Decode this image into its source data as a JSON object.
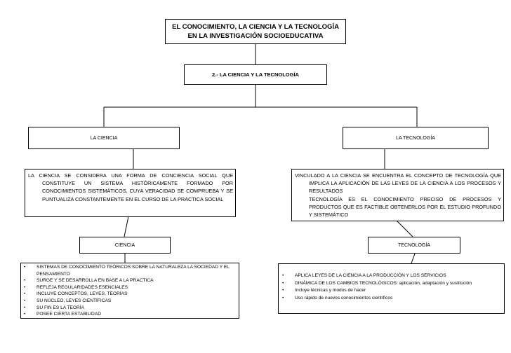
{
  "title": {
    "line1": "EL CONOCIMIENTO, LA CIENCIA Y LA TECNOLOGÍA",
    "line2": "EN LA INVESTIGACIÓN SOCIOEDUCATIVA"
  },
  "subtitle": "2.-  LA CIENCIA Y LA TECNOLOGÍA",
  "left": {
    "heading": "LA CIENCIA",
    "description": {
      "first": "LA CIENCIA SE CONSIDERA UNA FORMA DE CONCIENCIA SOCIAL QUE CONSTITUYE UN SISTEMA HISTÓRICAMENTE FORMADO POR CONOCIMIENTOS SISTEMÁTICOS, CUYA VERACIDAD SE COMPRUEBA Y SE PUNTUALIZA CONSTANTEMENTE EN EL CURSO DE LA PRACTICA SOCIAL"
    },
    "label": "CIENCIA",
    "bullets": [
      "SISTEMAS DE CONOCIMIENTO TEÓRICOS SOBRE LA NATURALEZA LA SOCIEDAD Y EL PENSAMIENTO",
      "SURGE Y SE DESARROLLA EN BASE A LA PRACTICA",
      "REFLEJA REGULARIDADES ESENCIALES",
      "INCLUYE CONCEPTOS, LEYES, TEORÍAS",
      "SU NÚCLEO, LEYES CIENTÍFICAS",
      "SU FIN ES LA TEORÍA",
      "POSEE CIERTA ESTABILIDAD"
    ]
  },
  "right": {
    "heading": "LA TECNOLOGÍA",
    "description": {
      "first": "VINCULADO A LA CIENCIA SE ENCUENTRA EL CONCEPTO DE TECNOLOGÍA QUE IMPLICA LA APLICACIÓN DE LAS LEYES DE LA CIENCIA A LOS PROCESOS Y RESULTADOS",
      "second": "TECNOLOGÍA ES EL CONOCIMIENTO PRECISO DE PROCESOS Y PRODUCTOS QUE ES FACTIBLE OBTENERLOS POR EL ESTUDIO PROFUNDO Y SISTEMÁTICO"
    },
    "label": "TECNOLOGÍA",
    "bullets": [
      "APLICA LEYES DE LA CIENCIA A LA PRODUCCIÓN Y LOS SERVICIOS",
      "DINÁMICA DE LOS CAMBIOS TECNOLÓGICOS: aplicación, adaptación y sustitución",
      "Incluye técnicas y modos de hacer",
      "Uso rápido de nuevos conocimientos científicos"
    ]
  }
}
